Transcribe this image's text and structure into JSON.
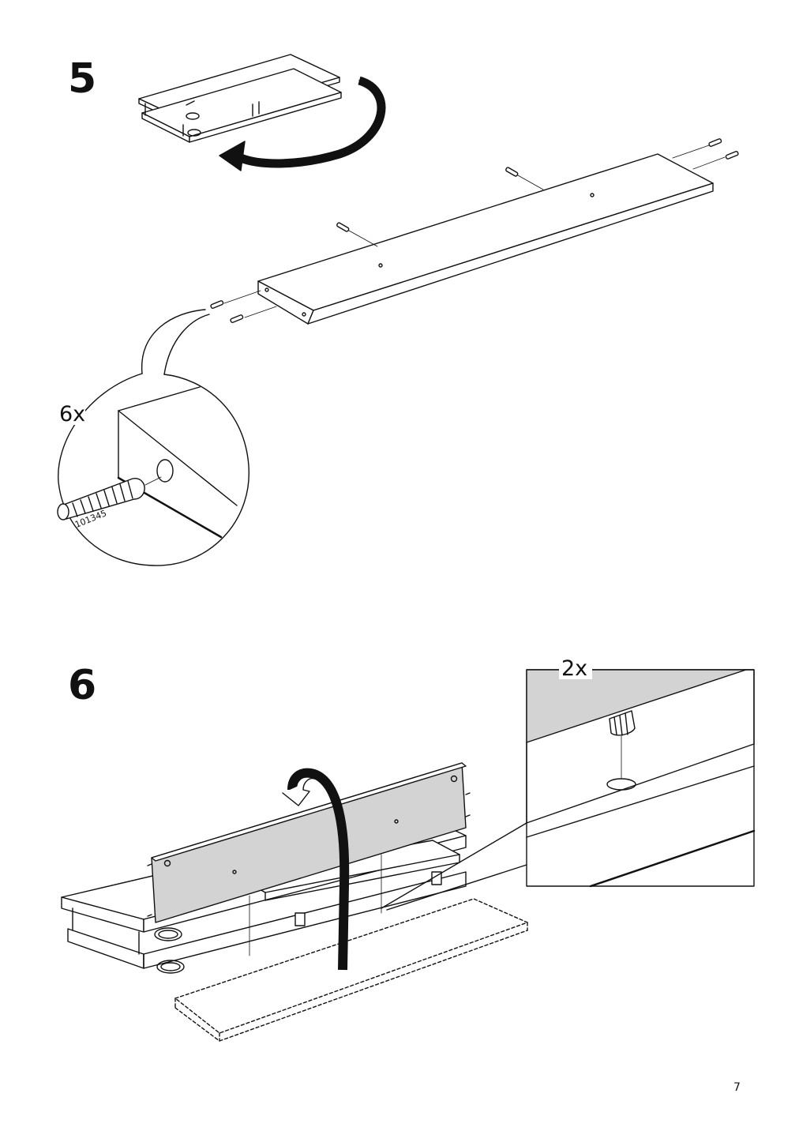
{
  "page": {
    "number": "7"
  },
  "steps": [
    {
      "number": "5",
      "detail_quantity": "6x",
      "part_number": "101345"
    },
    {
      "number": "6",
      "detail_quantity": "2x"
    }
  ],
  "colors": {
    "line": "#111111",
    "panel_fill": "#d3d3d3",
    "paper": "#ffffff"
  },
  "icons": [
    "rotate-arrow-icon",
    "flip-arrow-icon",
    "dowel-icon"
  ]
}
